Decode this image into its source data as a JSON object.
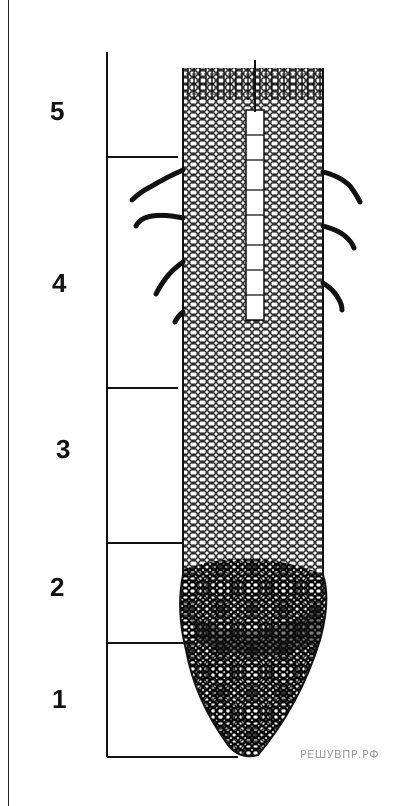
{
  "zones": [
    {
      "number": "5"
    },
    {
      "number": "4"
    },
    {
      "number": "3"
    },
    {
      "number": "2"
    },
    {
      "number": "1"
    }
  ],
  "watermark": "РЕШУВПР.РФ",
  "colors": {
    "ink": "#111111",
    "paper": "#ffffff",
    "watermark": "#9a9a9a"
  }
}
